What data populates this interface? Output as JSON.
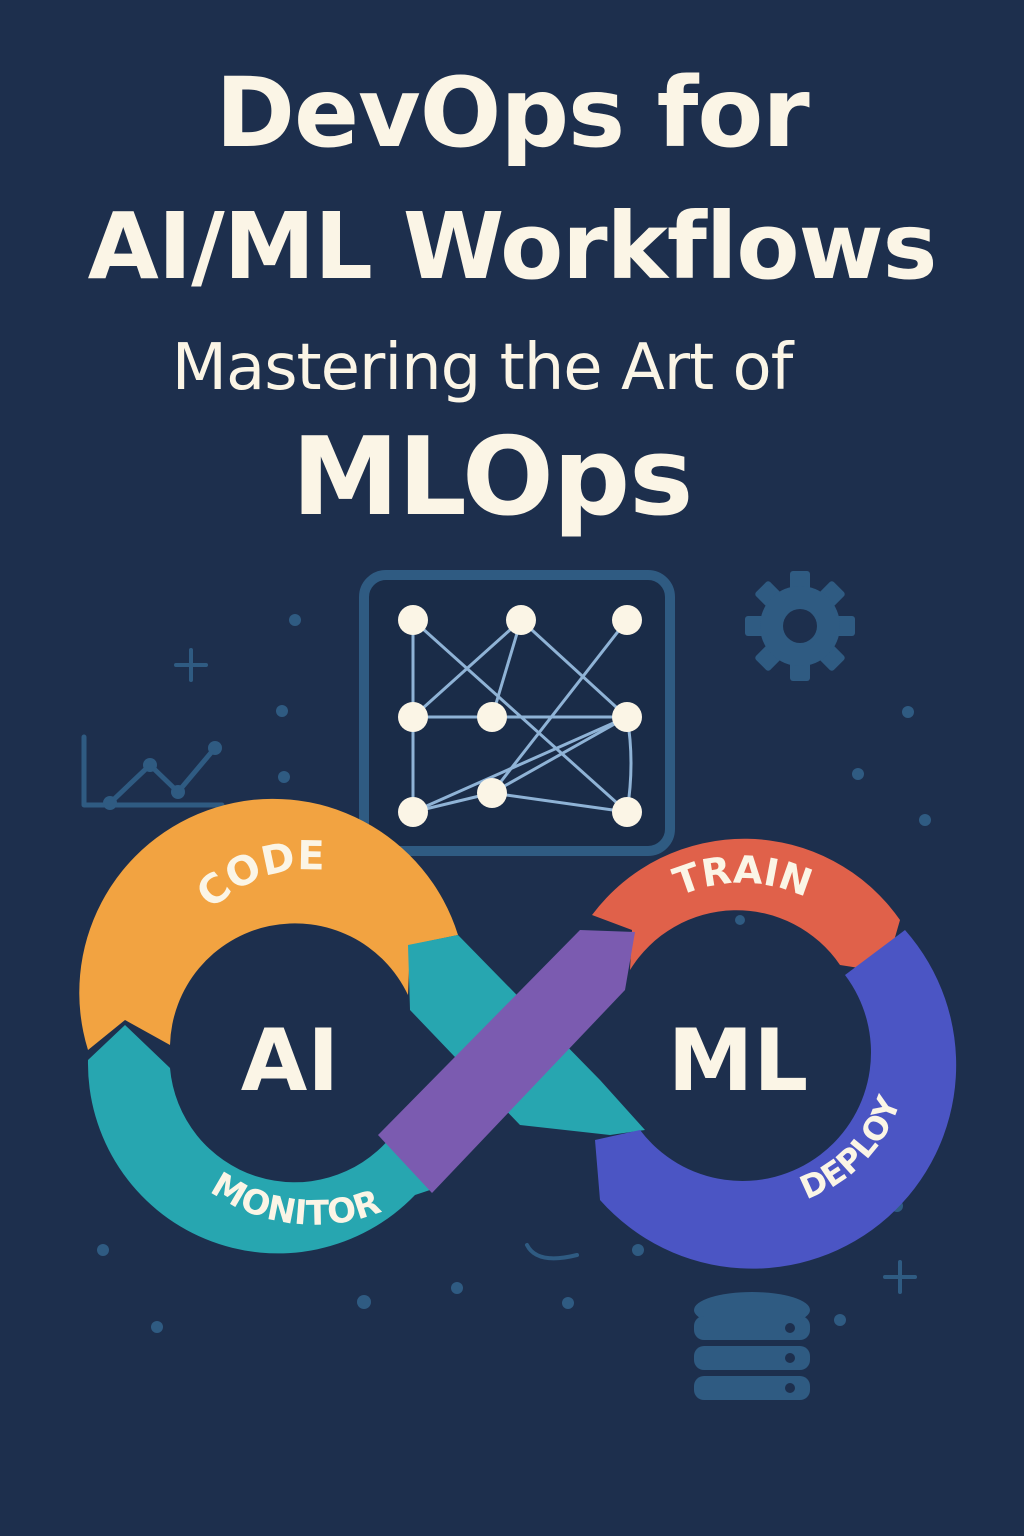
{
  "cover": {
    "title_line1": "DevOps for",
    "title_line2": "AI/ML Workflows",
    "subtitle_line1": "Mastering the Art of",
    "subtitle_line2": "MLOps"
  },
  "loop": {
    "left_center": "AI",
    "right_center": "ML",
    "stages": {
      "code": "CODE",
      "train": "TRAIN",
      "deploy": "DEPLOY",
      "monitor": "MONITOR"
    }
  },
  "colors": {
    "background": "#1d2f4d",
    "text": "#fbf5e6",
    "code": "#f2a341",
    "train": "#e0614a",
    "deploy": "#4b55c4",
    "monitor": "#27a6b0",
    "crossover": "#7b5bb0",
    "decor": "#2f5b82"
  },
  "icons": [
    "neural-network-icon",
    "gear-icon",
    "line-chart-icon",
    "database-icon",
    "plus-icon"
  ]
}
